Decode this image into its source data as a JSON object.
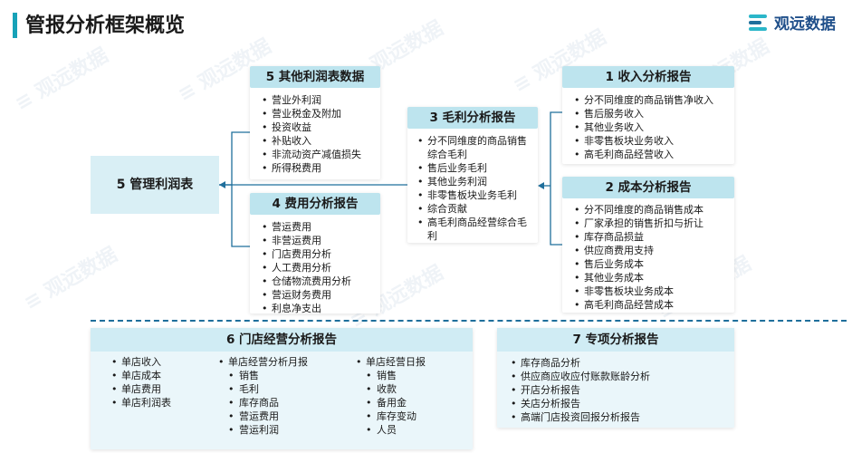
{
  "header": {
    "title": "管报分析框架概览",
    "brand": "观远数据"
  },
  "center": {
    "label": "5 管理利润表"
  },
  "box_other_profit": {
    "title": "5 其他利润表数据",
    "items": [
      "营业外利润",
      "营业税金及附加",
      "投资收益",
      "补贴收入",
      "非流动资产减值损失",
      "所得税费用"
    ]
  },
  "box_expense": {
    "title": "4 费用分析报告",
    "items": [
      "营运费用",
      "非营运费用",
      "门店费用分析",
      "人工费用分析",
      "仓储物流费用分析",
      "营运财务费用",
      "利息净支出"
    ]
  },
  "box_gross": {
    "title": "3 毛利分析报告",
    "items": [
      "分不同维度的商品销售综合毛利",
      "售后业务毛利",
      "其他业务利润",
      "非零售板块业务毛利",
      "综合贡献",
      "高毛利商品经营综合毛利"
    ]
  },
  "box_income": {
    "title": "1 收入分析报告",
    "items": [
      "分不同维度的商品销售净收入",
      "售后服务收入",
      "其他业务收入",
      "非零售板块业务收入",
      "高毛利商品经营收入"
    ]
  },
  "box_cost": {
    "title": "2 成本分析报告",
    "items": [
      "分不同维度的商品销售成本",
      "厂家承担的销售折扣与折让",
      "库存商品损益",
      "供应商费用支持",
      "售后业务成本",
      "其他业务成本",
      "非零售板块业务成本",
      "高毛利商品经营成本"
    ]
  },
  "box_store": {
    "title": "6 门店经营分析报告",
    "col1": [
      "单店收入",
      "单店成本",
      "单店费用",
      "单店利润表"
    ],
    "col2_title": "单店经营分析月报",
    "col2": [
      "销售",
      "毛利",
      "库存商品",
      "营运费用",
      "营运利润"
    ],
    "col3_title": "单店经营日报",
    "col3": [
      "销售",
      "收款",
      "备用金",
      "库存变动",
      "人员"
    ]
  },
  "box_special": {
    "title": "7 专项分析报告",
    "items": [
      "库存商品分析",
      "供应商应收应付账款账龄分析",
      "开店分析报告",
      "关店分析报告",
      "高端门店投资回报分析报告"
    ]
  },
  "colors": {
    "accent": "#17a2b8",
    "header_fill": "#bde4ee",
    "center_fill": "#d9eff5",
    "connector": "#1f6f9c"
  }
}
